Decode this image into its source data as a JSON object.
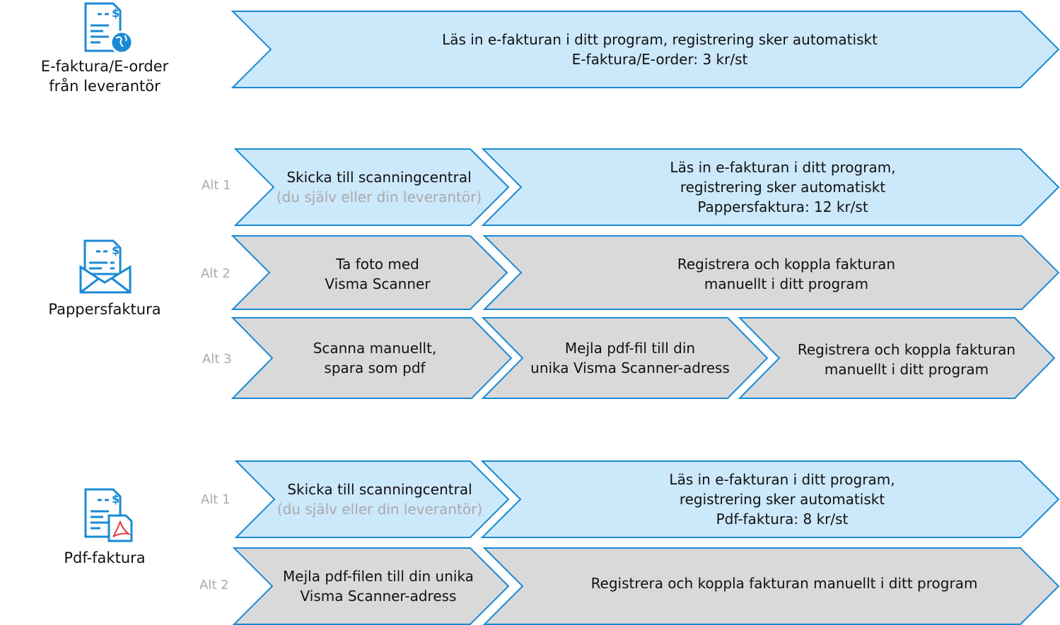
{
  "sources": {
    "efaktura": {
      "label_line1": "E-faktura/E-order",
      "label_line2": "från leverantör"
    },
    "pappers": {
      "label": "Pappersfaktura"
    },
    "pdf": {
      "label": "Pdf-faktura"
    }
  },
  "rows": {
    "efaktura": {
      "line1": "Läs in e-fakturan i ditt program, registrering sker automatiskt",
      "line2": "E-faktura/E-order: 3 kr/st"
    },
    "pappers_alt1": {
      "alt": "Alt 1",
      "step1": "Skicka till scanningcentral",
      "step1_sub": "(du själv eller din leverantör)",
      "step2_l1": "Läs in e-fakturan i ditt program,",
      "step2_l2": "registrering sker automatiskt",
      "step2_l3": "Pappersfaktura: 12 kr/st"
    },
    "pappers_alt2": {
      "alt": "Alt 2",
      "step1_l1": "Ta foto med",
      "step1_l2": "Visma Scanner",
      "step2_l1": "Registrera och koppla fakturan",
      "step2_l2": "manuellt i ditt program"
    },
    "pappers_alt3": {
      "alt": "Alt 3",
      "step1_l1": "Scanna manuellt,",
      "step1_l2": "spara som pdf",
      "step2_l1": "Mejla pdf-fil till din",
      "step2_l2": "unika Visma Scanner-adress",
      "step3_l1": "Registrera och koppla fakturan",
      "step3_l2": "manuellt i ditt program"
    },
    "pdf_alt1": {
      "alt": "Alt 1",
      "step1": "Skicka till scanningcentral",
      "step1_sub": "(du själv eller din leverantör)",
      "step2_l1": "Läs in e-fakturan i ditt program,",
      "step2_l2": "registrering sker automatiskt",
      "step2_l3": "Pdf-faktura: 8 kr/st"
    },
    "pdf_alt2": {
      "alt": "Alt 2",
      "step1_l1": "Mejla pdf-filen till din unika",
      "step1_l2": "Visma Scanner-adress",
      "step2": "Registrera och koppla fakturan manuellt i ditt program"
    }
  },
  "colors": {
    "automatic": "#cce8fb",
    "manual": "#d9d9d9",
    "border": "#1a8ad4"
  }
}
